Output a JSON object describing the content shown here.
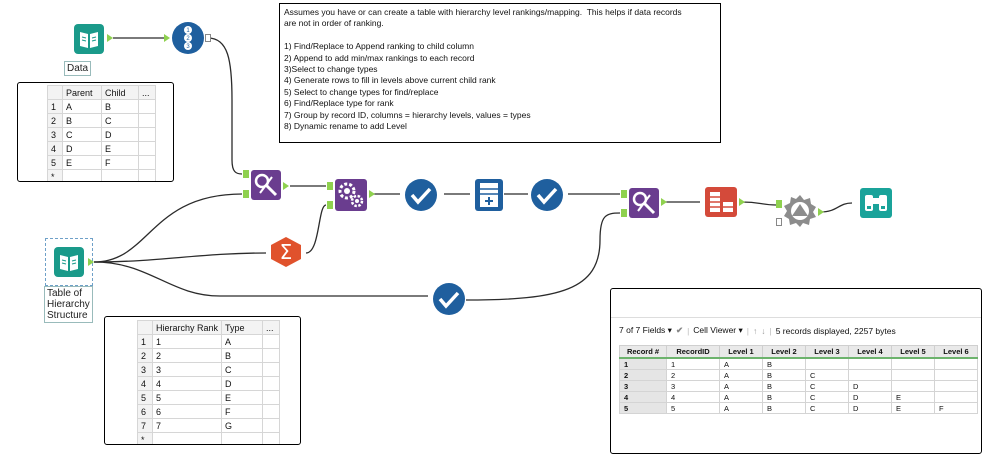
{
  "workflow": {
    "data_tool_label": "Data",
    "hierarchy_tool_label": "Table of\nHierarchy\nStructure"
  },
  "comment": {
    "text": "Assumes you have or can create a table with hierarchy level rankings/mapping.  This helps if data records\nare not in order of ranking.\n\n1) Find/Replace to Append ranking to child column\n2) Append to add min/max rankings to each record\n3)Select to change types\n4) Generate rows to fill in levels above current child rank\n5) Select to change types for find/replace\n6) Find/Replace type for rank\n7) Group by record ID, columns = hierarchy levels, values = types\n8) Dynamic rename to add Level"
  },
  "data_grid": {
    "headers": [
      "",
      "Parent",
      "Child",
      "..."
    ],
    "rows": [
      [
        "1",
        "A",
        "B",
        ""
      ],
      [
        "2",
        "B",
        "C",
        ""
      ],
      [
        "3",
        "C",
        "D",
        ""
      ],
      [
        "4",
        "D",
        "E",
        ""
      ],
      [
        "5",
        "E",
        "F",
        ""
      ],
      [
        "*",
        "",
        "",
        ""
      ]
    ]
  },
  "hierarchy_grid": {
    "headers": [
      "",
      "Hierarchy Rank",
      "Type",
      "..."
    ],
    "rows": [
      [
        "1",
        "1",
        "A",
        ""
      ],
      [
        "2",
        "2",
        "B",
        ""
      ],
      [
        "3",
        "3",
        "C",
        ""
      ],
      [
        "4",
        "4",
        "D",
        ""
      ],
      [
        "5",
        "5",
        "E",
        ""
      ],
      [
        "6",
        "6",
        "F",
        ""
      ],
      [
        "7",
        "7",
        "G",
        ""
      ],
      [
        "*",
        "",
        "",
        ""
      ]
    ]
  },
  "results": {
    "fields_label": "7 of 7 Fields",
    "viewer_label": "Cell Viewer",
    "status_text": "5 records displayed, 2257 bytes",
    "headers": [
      "Record #",
      "RecordID",
      "Level 1",
      "Level 2",
      "Level 3",
      "Level 4",
      "Level 5",
      "Level 6"
    ],
    "rows": [
      [
        "1",
        "1",
        "A",
        "B",
        "",
        "",
        "",
        ""
      ],
      [
        "2",
        "2",
        "A",
        "B",
        "C",
        "",
        "",
        ""
      ],
      [
        "3",
        "3",
        "A",
        "B",
        "C",
        "D",
        "",
        ""
      ],
      [
        "4",
        "4",
        "A",
        "B",
        "C",
        "D",
        "E",
        ""
      ],
      [
        "5",
        "5",
        "A",
        "B",
        "C",
        "D",
        "E",
        "F"
      ]
    ]
  },
  "colors": {
    "input_teal": "#1a9a8a",
    "find_replace_purple": "#6a3d8f",
    "blue_tool": "#1f5f9e",
    "summarize_orange": "#e0522c",
    "dynamic_rename_red": "#d44a3a",
    "crosstab_gray": "#8c8c8c",
    "browse_teal": "#1aa39a",
    "connector": "#2b2b2b",
    "anchor_green": "#8fd14f"
  }
}
